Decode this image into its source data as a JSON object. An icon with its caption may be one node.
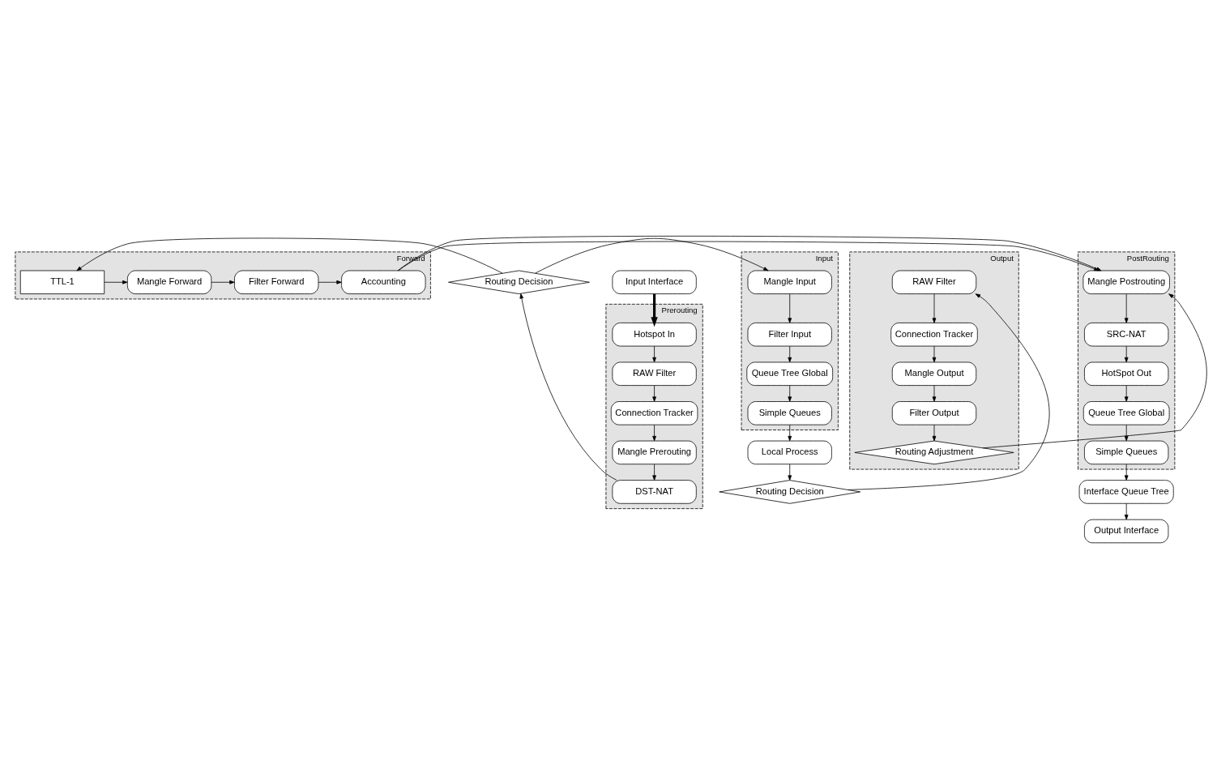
{
  "diagram": {
    "nodes": [
      {
        "text": [
          "Forward"
        ]
      },
      {
        "text": [
          "TTL-1"
        ],
        "in": 0
      },
      {
        "text": [
          "Mangle Forward"
        ],
        "in": 0
      },
      {
        "text": [
          "Filter Forward"
        ],
        "in": 0
      },
      {
        "text": [
          "Accounting"
        ],
        "in": 0
      },
      {
        "text": [
          "Routing Decision"
        ]
      },
      {
        "text": [
          "Prerouting"
        ]
      },
      {
        "text": [
          "DST-NAT"
        ],
        "in": 6
      },
      {
        "text": [
          "Mangle Prerouting"
        ],
        "in": 6
      },
      {
        "text": [
          "Connection Tracker"
        ],
        "in": 6
      },
      {
        "text": [
          "RAW Filter"
        ],
        "in": 6
      },
      {
        "text": [
          "Hotspot In"
        ],
        "in": 6
      },
      {
        "text": [
          "Input"
        ]
      },
      {
        "text": [
          "Mangle Input"
        ],
        "in": 12
      },
      {
        "text": [
          "Filter Input"
        ],
        "in": 12
      },
      {
        "text": [
          "Queue Tree Global"
        ],
        "in": 12
      },
      {
        "text": [
          "Simple Queues"
        ],
        "in": 12
      },
      {
        "text": [
          "Output"
        ]
      },
      {
        "text": [
          "Routing Adjustment"
        ],
        "in": 17
      },
      {
        "text": [
          "Filter Output"
        ],
        "in": 17
      },
      {
        "text": [
          "Mangle Output"
        ],
        "in": 17
      },
      {
        "text": [
          "Connection Tracker"
        ],
        "in": 17
      },
      {
        "text": [
          "RAW Filter"
        ],
        "in": 17
      },
      {
        "text": [
          "PostRouting"
        ]
      },
      {
        "text": [
          "Mangle Postrouting"
        ],
        "in": 23
      },
      {
        "text": [
          "SRC-NAT"
        ],
        "in": 23
      },
      {
        "text": [
          "HotSpot Out"
        ],
        "in": 23
      },
      {
        "text": [
          "Queue Tree Global"
        ],
        "in": 23
      },
      {
        "text": [
          "Simple Queues"
        ],
        "in": 23
      },
      {
        "text": [
          "Interface Queue Tree"
        ]
      },
      {
        "text": [
          "Output Interface"
        ]
      },
      {
        "text": [
          "Local Process"
        ]
      },
      {
        "text": [
          "Routing Decision"
        ]
      },
      {
        "text": [
          "Input Interface"
        ]
      }
    ],
    "edges": [
      {
        "from": 33,
        "to": 11,
        "arrow": "to",
        "style": "thick"
      },
      {
        "from": 11,
        "to": 10,
        "arrow": "to"
      },
      {
        "from": 10,
        "to": 9,
        "arrow": "to"
      },
      {
        "from": 9,
        "to": 8,
        "arrow": "to"
      },
      {
        "from": 8,
        "to": 7,
        "arrow": "to"
      },
      {
        "from": 7,
        "to": 5,
        "arrow": "to"
      },
      {
        "from": 5,
        "to": 1,
        "arrow": "to"
      },
      {
        "from": 1,
        "to": 2,
        "arrow": "to"
      },
      {
        "from": 2,
        "to": 3,
        "arrow": "to"
      },
      {
        "from": 3,
        "to": 4,
        "arrow": "to"
      },
      {
        "from": 4,
        "to": 24,
        "arrow": "to"
      },
      {
        "from": 5,
        "to": 13,
        "arrow": "to"
      },
      {
        "from": 13,
        "to": 14,
        "arrow": "to"
      },
      {
        "from": 14,
        "to": 15,
        "arrow": "to"
      },
      {
        "from": 15,
        "to": 16,
        "arrow": "to"
      },
      {
        "from": 16,
        "to": 31,
        "arrow": "to"
      },
      {
        "from": 31,
        "to": 32,
        "arrow": "to"
      },
      {
        "from": 32,
        "to": 22,
        "arrow": "to"
      },
      {
        "from": 22,
        "to": 21,
        "arrow": "to"
      },
      {
        "from": 21,
        "to": 20,
        "arrow": "to"
      },
      {
        "from": 20,
        "to": 19,
        "arrow": "to"
      },
      {
        "from": 19,
        "to": 18,
        "arrow": "to"
      },
      {
        "from": 18,
        "to": 24,
        "arrow": "to"
      },
      {
        "from": 24,
        "to": 25,
        "arrow": "to"
      },
      {
        "from": 25,
        "to": 26,
        "arrow": "to"
      },
      {
        "from": 26,
        "to": 27,
        "arrow": "to"
      },
      {
        "from": 27,
        "to": 28,
        "arrow": "to"
      },
      {
        "from": 28,
        "to": 29,
        "arrow": "to"
      },
      {
        "from": 29,
        "to": 30,
        "arrow": "to"
      }
    ]
  }
}
